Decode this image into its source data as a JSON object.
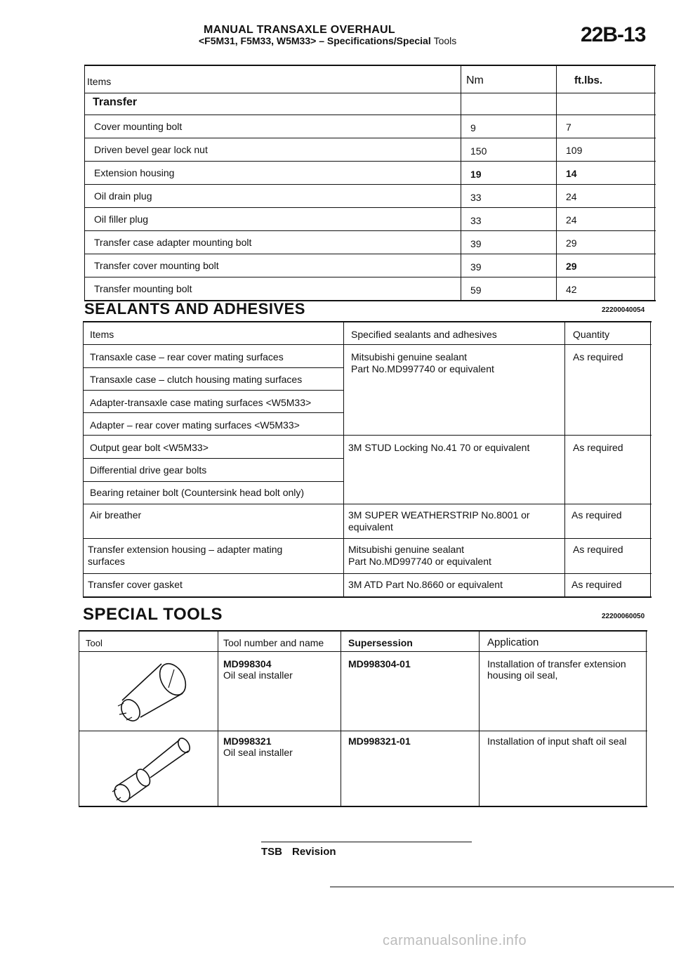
{
  "header": {
    "title": "MANUAL TRANSAXLE OVERHAUL",
    "models": "<F5M31, F5M33, W5M33>",
    "dash": "–",
    "section_bold": "Specifications/Special",
    "section_light": "Tools",
    "page_number": "22B-13"
  },
  "torque_table": {
    "headers": [
      "Items",
      "Nm",
      "ft.lbs."
    ],
    "group": "Transfer",
    "rows": [
      {
        "item": "Cover mounting bolt",
        "nm": "9",
        "ftlbs": "7"
      },
      {
        "item": "Driven bevel gear lock nut",
        "nm": "150",
        "ftlbs": "109"
      },
      {
        "item": "Extension housing",
        "nm": "19",
        "ftlbs": "14"
      },
      {
        "item": "Oil drain plug",
        "nm": "33",
        "ftlbs": "24"
      },
      {
        "item": "Oil filler plug",
        "nm": "33",
        "ftlbs": "24"
      },
      {
        "item": "Transfer case adapter mounting bolt",
        "nm": "39",
        "ftlbs": "29"
      },
      {
        "item": "Transfer cover mounting bolt",
        "nm": "39",
        "ftlbs": "29"
      },
      {
        "item": "Transfer mounting bolt",
        "nm": "59",
        "ftlbs": "42"
      }
    ]
  },
  "sealants": {
    "title": "SEALANTS AND ADHESIVES",
    "code": "22200040054",
    "headers": [
      "Items",
      "Specified sealants and adhesives",
      "Quantity"
    ],
    "items": [
      "Transaxle case – rear cover mating surfaces",
      "Transaxle case – clutch housing mating surfaces",
      "Adapter-transaxle case mating surfaces <W5M33>",
      "Adapter – rear cover mating surfaces <W5M33>",
      "Output gear bolt <W5M33>",
      "Differential drive gear bolts",
      "Bearing retainer bolt (Countersink head bolt only)",
      "Air breather",
      "Transfer extension housing – adapter mating",
      "surfaces",
      "Transfer cover gasket"
    ],
    "specs": [
      "Mitsubishi genuine sealant",
      "Part No.MD997740 or equivalent",
      "3M STUD Locking No.41 70 or equivalent",
      "3M SUPER WEATHERSTRIP No.8001 or",
      "equivalent",
      "Mitsubishi genuine sealant",
      "Part No.MD997740 or equivalent",
      "3M ATD Part No.8660 or equivalent"
    ],
    "quantities": [
      "As required",
      "As required",
      "As required",
      "As required",
      "As required"
    ]
  },
  "tools": {
    "title": "SPECIAL TOOLS",
    "code": "22200060050",
    "headers": [
      "Tool",
      "Tool number and name",
      "Supersession",
      "Application"
    ],
    "rows": [
      {
        "number": "MD998304",
        "name": "Oil seal installer",
        "supersession": "MD998304-01",
        "app1": "Installation of transfer extension",
        "app2": "housing oil seal,"
      },
      {
        "number": "MD998321",
        "name": "Oil seal installer",
        "supersession": "MD998321-01",
        "app1": "Installation of input shaft oil seal",
        "app2": ""
      }
    ]
  },
  "footer": {
    "tsb": "TSB",
    "revision": "Revision"
  },
  "watermark": "carmanualsonline.info"
}
